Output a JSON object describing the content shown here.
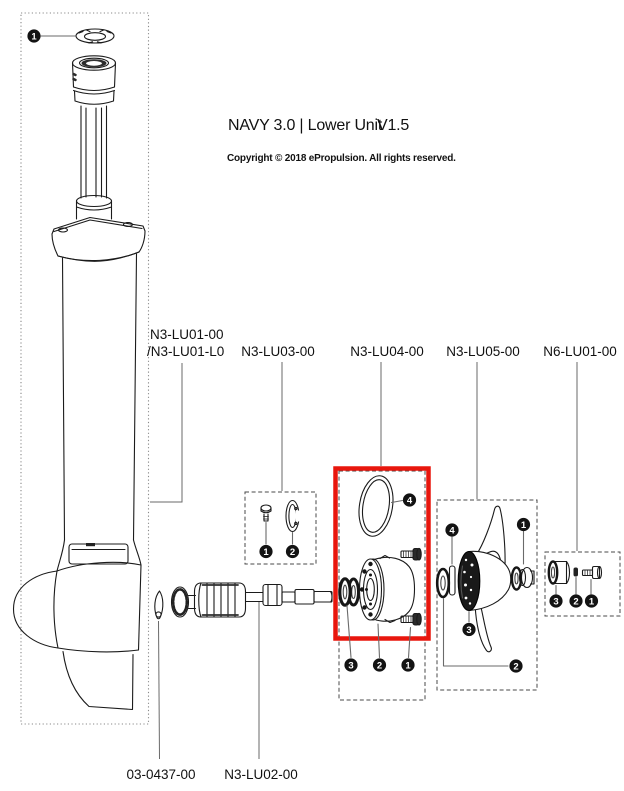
{
  "header": {
    "title": "NAVY 3.0 | Lower Unit",
    "version": "V1.5",
    "copyright": "Copyright © 2018 ePropulsion. All rights reserved."
  },
  "part_groups": {
    "leg": {
      "label_line1": "N3-LU01-00",
      "label_line2": "/N3-LU01-L0",
      "callouts": {
        "c1": "1"
      }
    },
    "lu03": {
      "label": "N3-LU03-00",
      "callouts": {
        "c1": "1",
        "c2": "2"
      }
    },
    "lu04": {
      "label": "N3-LU04-00",
      "highlighted": true,
      "callouts": {
        "c1": "1",
        "c2": "2",
        "c3": "3",
        "c4": "4"
      }
    },
    "lu05": {
      "label": "N3-LU05-00",
      "callouts": {
        "c1": "1",
        "c2": "2",
        "c3": "3",
        "c4": "4"
      }
    },
    "n6lu01": {
      "label": "N6-LU01-00",
      "callouts": {
        "c1": "1",
        "c2": "2",
        "c3": "3"
      }
    },
    "key": {
      "label": "03-0437-00"
    },
    "driveshaft": {
      "label": "N3-LU02-00"
    }
  },
  "highlight": {
    "group": "N3-LU04-00",
    "color": "#e8160d"
  },
  "colors": {
    "line": "#1b1b1b",
    "leader": "#6a6a6a",
    "dash": "#3f3f3f"
  }
}
